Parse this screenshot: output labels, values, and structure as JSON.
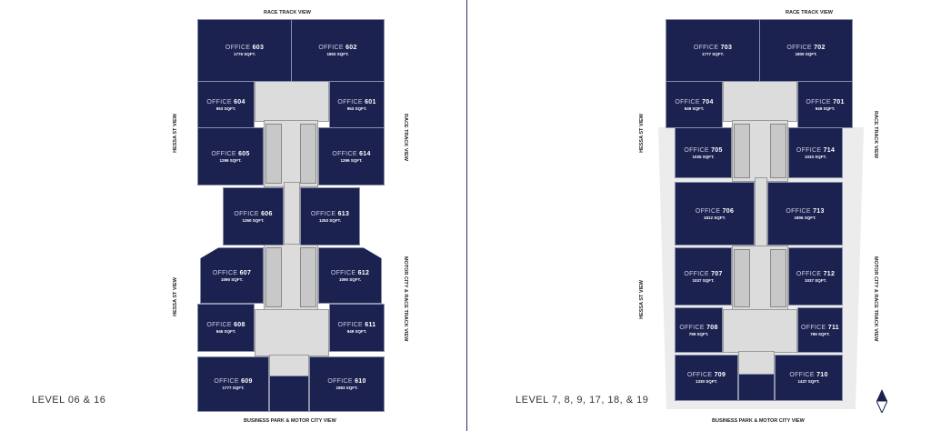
{
  "left_plan": {
    "level": "LEVEL 06 & 16",
    "views": {
      "top": "RACE TRACK VIEW",
      "bottom": "BUSINESS PARK & MOTOR CITY VIEW",
      "left_upper": "HESSA ST VIEW",
      "left_lower": "HESSA ST VIEW",
      "right_upper": "RACE TRACK VIEW",
      "right_lower": "MOTOR CITY & RACE TRACK VIEW"
    },
    "rooms": [
      {
        "prefix": "OFFICE",
        "num": "603",
        "size": "1776 SQFT."
      },
      {
        "prefix": "OFFICE",
        "num": "602",
        "size": "1802 SQFT."
      },
      {
        "prefix": "OFFICE",
        "num": "604",
        "size": "953 SQFT."
      },
      {
        "prefix": "OFFICE",
        "num": "601",
        "size": "953 SQFT."
      },
      {
        "prefix": "OFFICE",
        "num": "605",
        "size": "1299 SQFT."
      },
      {
        "prefix": "OFFICE",
        "num": "614",
        "size": "1299 SQFT."
      },
      {
        "prefix": "OFFICE",
        "num": "606",
        "size": "1260 SQFT."
      },
      {
        "prefix": "OFFICE",
        "num": "613",
        "size": "1253 SQFT."
      },
      {
        "prefix": "OFFICE",
        "num": "607",
        "size": "1090 SQFT."
      },
      {
        "prefix": "OFFICE",
        "num": "612",
        "size": "1090 SQFT."
      },
      {
        "prefix": "OFFICE",
        "num": "608",
        "size": "946 SQFT."
      },
      {
        "prefix": "OFFICE",
        "num": "611",
        "size": "949 SQFT."
      },
      {
        "prefix": "OFFICE",
        "num": "609",
        "size": "1777 SQFT."
      },
      {
        "prefix": "OFFICE",
        "num": "610",
        "size": "1883 SQFT."
      }
    ]
  },
  "right_plan": {
    "level": "LEVEL 7, 8, 9, 17, 18, & 19",
    "views": {
      "top": "RACE TRACK VIEW",
      "bottom": "BUSINESS PARK & MOTOR CITY VIEW",
      "left_upper": "HESSA ST VIEW",
      "left_lower": "HESSA ST VIEW",
      "right_upper": "RACE TRACK VIEW",
      "right_lower": "MOTOR CITY & RACE TRACK VIEW"
    },
    "rooms": [
      {
        "prefix": "OFFICE",
        "num": "703",
        "size": "1777 SQFT."
      },
      {
        "prefix": "OFFICE",
        "num": "702",
        "size": "1800 SQFT."
      },
      {
        "prefix": "OFFICE",
        "num": "704",
        "size": "949 SQFT."
      },
      {
        "prefix": "OFFICE",
        "num": "701",
        "size": "949 SQFT."
      },
      {
        "prefix": "OFFICE",
        "num": "705",
        "size": "1035 SQFT."
      },
      {
        "prefix": "OFFICE",
        "num": "714",
        "size": "1033 SQFT."
      },
      {
        "prefix": "OFFICE",
        "num": "706",
        "size": "1812 SQFT."
      },
      {
        "prefix": "OFFICE",
        "num": "713",
        "size": "1806 SQFT."
      },
      {
        "prefix": "OFFICE",
        "num": "707",
        "size": "1037 SQFT."
      },
      {
        "prefix": "OFFICE",
        "num": "712",
        "size": "1037 SQFT."
      },
      {
        "prefix": "OFFICE",
        "num": "708",
        "size": "799 SQFT."
      },
      {
        "prefix": "OFFICE",
        "num": "711",
        "size": "799 SQFT."
      },
      {
        "prefix": "OFFICE",
        "num": "709",
        "size": "1330 SQFT."
      },
      {
        "prefix": "OFFICE",
        "num": "710",
        "size": "1437 SQFT."
      }
    ]
  },
  "colors": {
    "office": "#1b2250",
    "core": "#dcdcdc",
    "divider": "#2b2f6b"
  }
}
